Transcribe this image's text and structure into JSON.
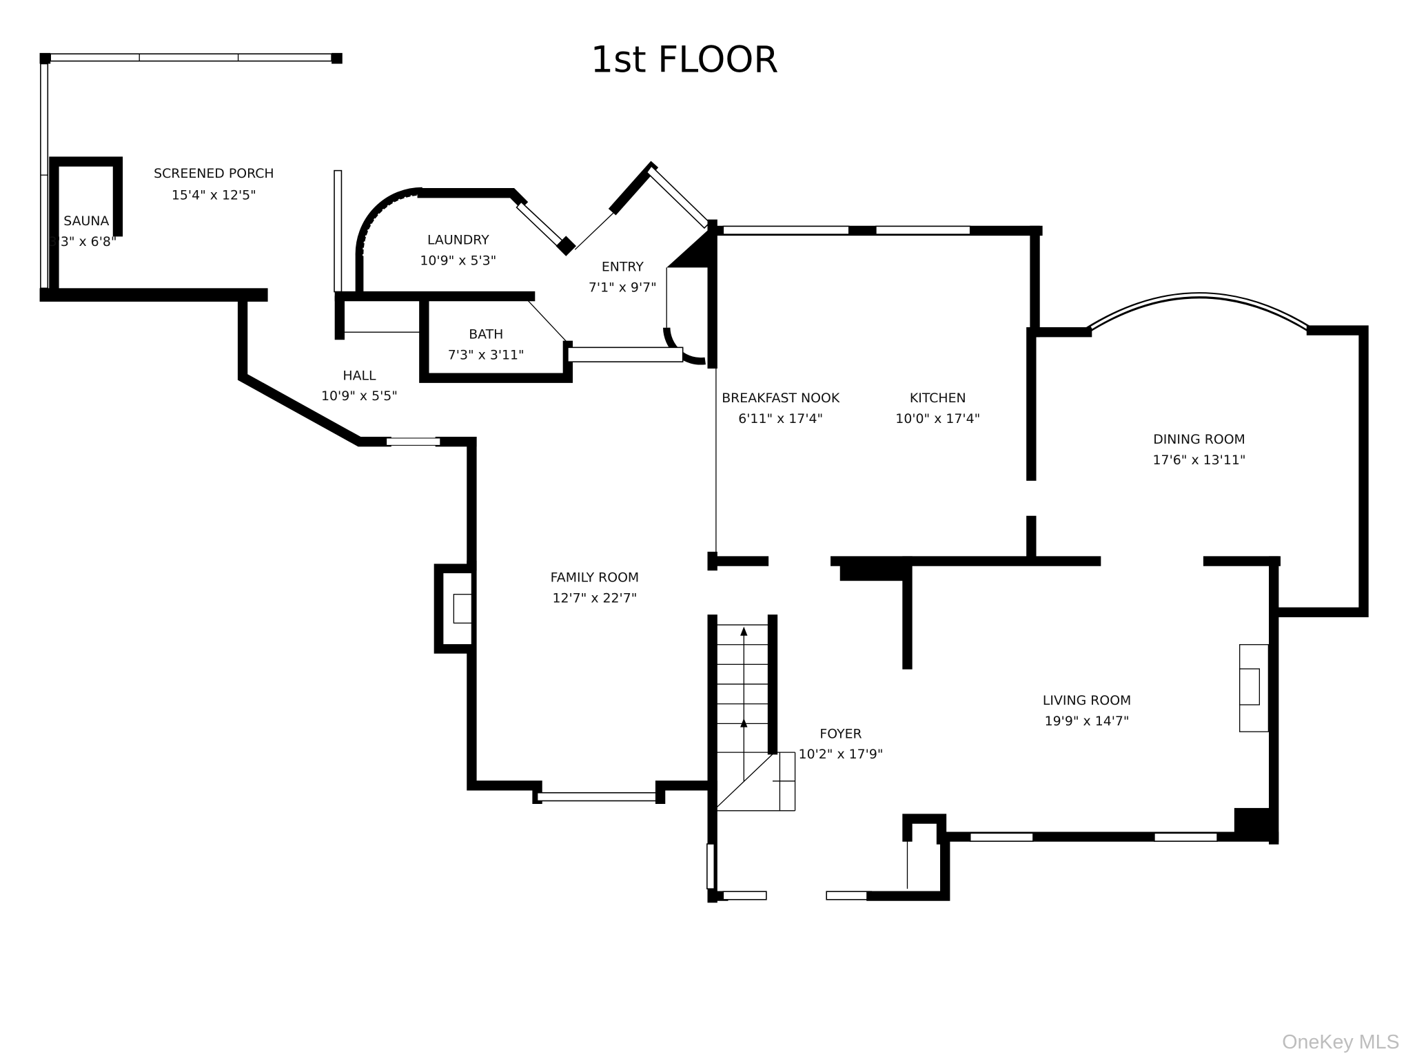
{
  "title": "1st FLOOR",
  "watermark": "OneKey MLS",
  "rooms": [
    {
      "name": "SCREENED PORCH",
      "size": "15'4\" x 12'5\""
    },
    {
      "name": "SAUNA",
      "size": "3'3\" x 6'8\""
    },
    {
      "name": "LAUNDRY",
      "size": "10'9\" x 5'3\""
    },
    {
      "name": "ENTRY",
      "size": "7'1\" x 9'7\""
    },
    {
      "name": "BATH",
      "size": "7'3\" x 3'11\""
    },
    {
      "name": "HALL",
      "size": "10'9\" x 5'5\""
    },
    {
      "name": "BREAKFAST NOOK",
      "size": "6'11\" x 17'4\""
    },
    {
      "name": "KITCHEN",
      "size": "10'0\" x 17'4\""
    },
    {
      "name": "DINING ROOM",
      "size": "17'6\" x 13'11\""
    },
    {
      "name": "FAMILY ROOM",
      "size": "12'7\" x 22'7\""
    },
    {
      "name": "FOYER",
      "size": "10'2\" x 17'9\""
    },
    {
      "name": "LIVING ROOM",
      "size": "19'9\" x 14'7\""
    }
  ]
}
